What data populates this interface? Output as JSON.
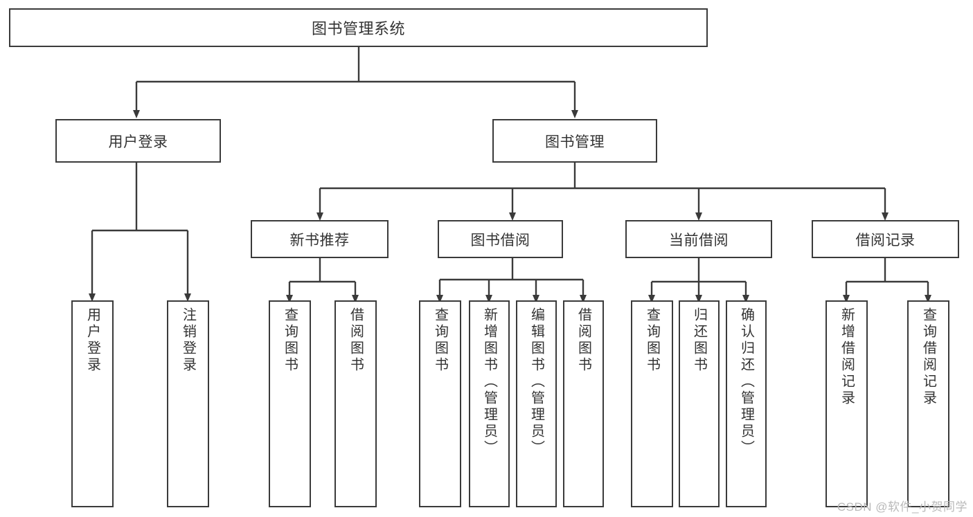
{
  "diagram": {
    "title": "图书管理系统",
    "type": "tree-hierarchy-function-chart",
    "colors": {
      "box_border": "#3a3a3a",
      "box_fill": "#ffffff",
      "text": "#333333",
      "connector": "#3a3a3a",
      "watermark": "#b9b9b9",
      "background": "#ffffff"
    },
    "root": {
      "label": "图书管理系统"
    },
    "level1": [
      {
        "label": "用户登录"
      },
      {
        "label": "图书管理"
      }
    ],
    "level2": [
      {
        "label": "新书推荐"
      },
      {
        "label": "图书借阅"
      },
      {
        "label": "当前借阅"
      },
      {
        "label": "借阅记录"
      }
    ],
    "leaves": {
      "user_login": [
        {
          "label": "用户登录"
        },
        {
          "label": "注销登录"
        }
      ],
      "new_book_recommend": [
        {
          "label": "查询图书"
        },
        {
          "label": "借阅图书"
        }
      ],
      "book_borrow": [
        {
          "label": "查询图书"
        },
        {
          "label": "新增图书（管理员）"
        },
        {
          "label": "编辑图书（管理员）"
        },
        {
          "label": "借阅图书"
        }
      ],
      "current_borrow": [
        {
          "label": "查询图书"
        },
        {
          "label": "归还图书"
        },
        {
          "label": "确认归还（管理员）"
        }
      ],
      "borrow_records": [
        {
          "label": "新增借阅记录"
        },
        {
          "label": "查询借阅记录"
        }
      ]
    }
  },
  "watermark": {
    "text": "CSDN @软件_小贺同学"
  }
}
